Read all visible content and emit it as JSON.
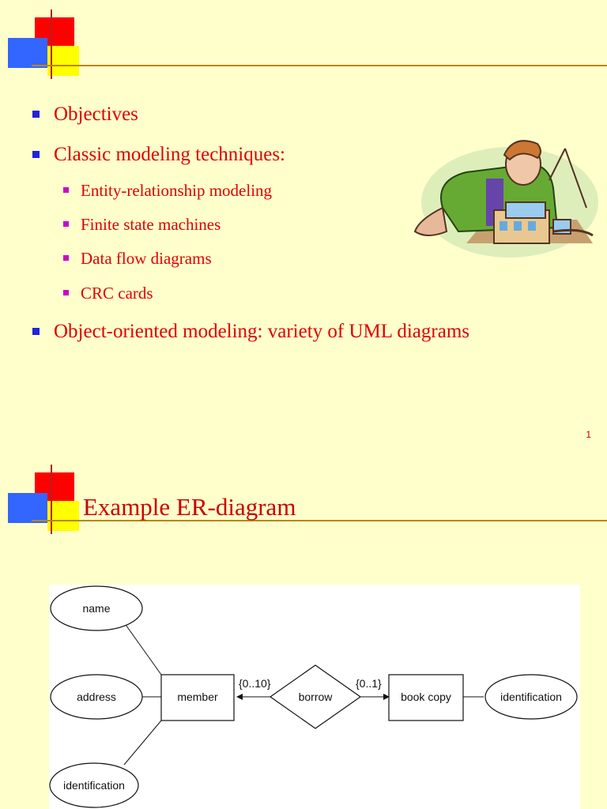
{
  "slide1": {
    "bullets": [
      {
        "text": "Objectives"
      },
      {
        "text": "Classic modeling techniques:"
      },
      {
        "text": "Object-oriented modeling: variety of UML diagrams"
      }
    ],
    "sub_bullets": [
      {
        "text": "Entity-relationship modeling"
      },
      {
        "text": "Finite state machines"
      },
      {
        "text": "Data flow diagrams"
      },
      {
        "text": "CRC cards"
      }
    ],
    "page_number": "1",
    "clipart": "man-building-model-illustration"
  },
  "slide2": {
    "title": "Example ER-diagram",
    "diagram": {
      "attributes": [
        "name",
        "address",
        "identification"
      ],
      "entities": [
        "member",
        "book copy"
      ],
      "relationship": "borrow",
      "cardinality_left": "{0..10}",
      "cardinality_right": "{0..1}",
      "book_attribute": "identification"
    }
  },
  "colors": {
    "background": "#FFFFCC",
    "text": "#E00000",
    "bullet": "#2222DD",
    "sub_bullet": "#CC00CC"
  }
}
